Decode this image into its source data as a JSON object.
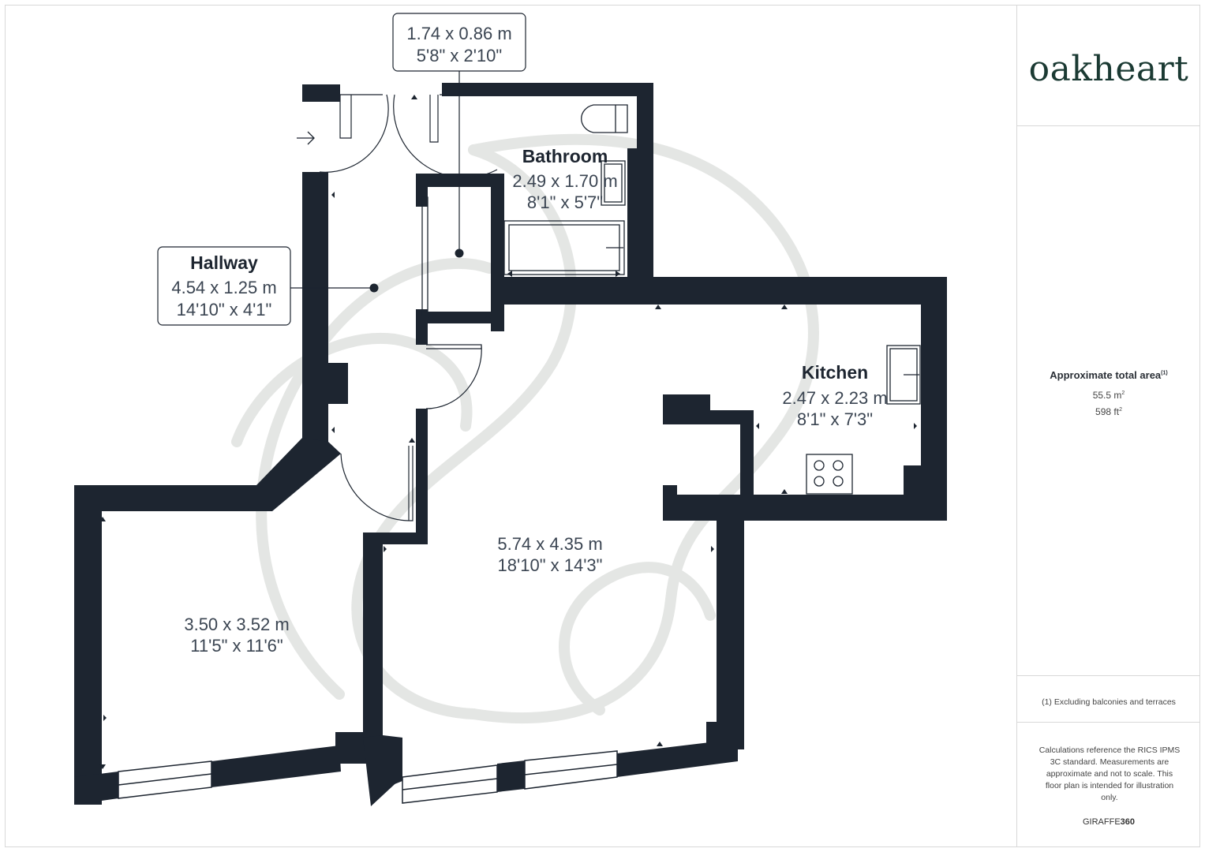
{
  "brand": "oakheart",
  "summary": {
    "title": "Approximate total area",
    "title_note": "(1)",
    "area_m2": "55.5 m",
    "area_ft2": "598 ft",
    "footnote": "(1) Excluding balconies and terraces",
    "disclaimer": "Calculations reference the RICS IPMS 3C standard. Measurements are approximate and not to scale. This floor plan is intended for illustration only.",
    "credit_prefix": "GIRAFFE",
    "credit_suffix": "360"
  },
  "rooms": [
    {
      "id": "bathroom-small",
      "name": "",
      "metric": "1.74 x 0.86 m",
      "imperial": "5'8\" x 2'10\""
    },
    {
      "id": "bathroom",
      "name": "Bathroom",
      "metric": "2.49 x 1.70 m",
      "imperial": "8'1\" x 5'7\""
    },
    {
      "id": "hallway",
      "name": "Hallway",
      "metric": "4.54 x 1.25 m",
      "imperial": "14'10\" x 4'1\""
    },
    {
      "id": "kitchen",
      "name": "Kitchen",
      "metric": "2.47 x 2.23 m",
      "imperial": "8'1\" x 7'3\""
    },
    {
      "id": "living",
      "name": "",
      "metric": "5.74 x 4.35 m",
      "imperial": "18'10\" x 14'3\""
    },
    {
      "id": "bedroom",
      "name": "",
      "metric": "3.50 x 3.52 m",
      "imperial": "11'5\" x 11'6\""
    }
  ],
  "colors": {
    "wall": "#1d2530",
    "watermark": "#e4e6e4",
    "brand": "#1b3a33"
  }
}
